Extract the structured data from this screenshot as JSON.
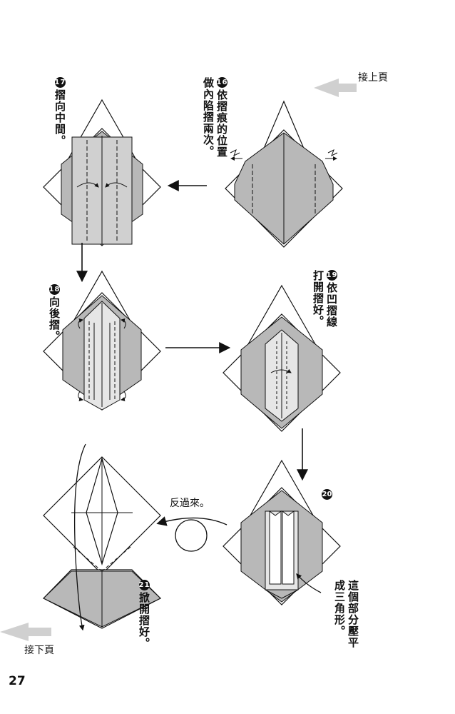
{
  "nav": {
    "prev": "接上頁",
    "next": "接下頁"
  },
  "page_number": "27",
  "steps": [
    {
      "num": "16",
      "lines": [
        "依摺痕的位置",
        "做內陷摺兩次。"
      ]
    },
    {
      "num": "17",
      "lines": [
        "摺向中間。"
      ]
    },
    {
      "num": "18",
      "lines": [
        "向後摺。"
      ]
    },
    {
      "num": "19",
      "lines": [
        "依凹摺線",
        "打開摺好。"
      ]
    },
    {
      "num": "20",
      "lines": []
    },
    {
      "num": "21",
      "lines": [
        "掀開摺好。"
      ]
    }
  ],
  "labels": {
    "flip": "反過來。",
    "press": [
      "這個部分壓平",
      "成三角形。"
    ]
  },
  "colors": {
    "shade": "#b8b8b8",
    "ink": "#111111",
    "ghost_arrow": "#c8c8c8"
  }
}
